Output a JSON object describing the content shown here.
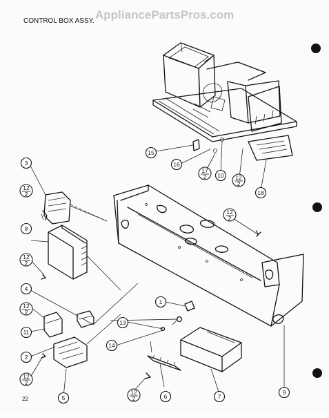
{
  "title": "CONTROL BOX ASSY.",
  "watermark": "AppliancePartsPros.com",
  "page_code": "22",
  "callouts": [
    {
      "id": "c1",
      "text": "1"
    },
    {
      "id": "c2",
      "text": "2"
    },
    {
      "id": "c3",
      "text": "3"
    },
    {
      "id": "c4",
      "text": "4"
    },
    {
      "id": "c5",
      "text": "5"
    },
    {
      "id": "c6",
      "text": "6"
    },
    {
      "id": "c7",
      "text": "7"
    },
    {
      "id": "c8",
      "text": "8"
    },
    {
      "id": "c9",
      "text": "9"
    },
    {
      "id": "c10",
      "text": "10"
    },
    {
      "id": "c11",
      "text": "11"
    },
    {
      "id": "c13",
      "text": "13"
    },
    {
      "id": "c14",
      "text": "14"
    },
    {
      "id": "c15",
      "text": "15"
    },
    {
      "id": "c16",
      "text": "16"
    },
    {
      "id": "c18",
      "text": "18"
    },
    {
      "id": "f12a",
      "num": "12",
      "den": "2"
    },
    {
      "id": "f12b",
      "num": "12",
      "den": "2"
    },
    {
      "id": "f12c",
      "num": "12",
      "den": "2"
    },
    {
      "id": "f12d",
      "num": "12",
      "den": "2"
    },
    {
      "id": "f12e",
      "num": "12",
      "den": "2"
    },
    {
      "id": "f12f",
      "num": "12",
      "den": "2"
    },
    {
      "id": "f12g",
      "num": "12",
      "den": "2"
    },
    {
      "id": "f17",
      "num": "17",
      "den": "2"
    }
  ],
  "binding_holes": 3
}
